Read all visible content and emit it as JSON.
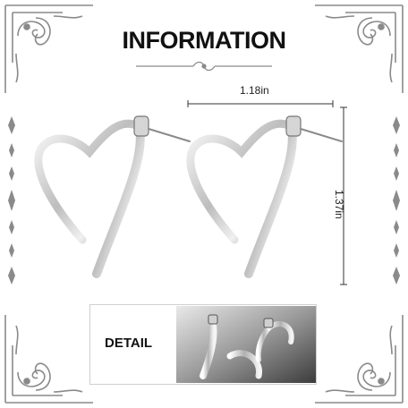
{
  "title": "INFORMATION",
  "dimensions": {
    "width_label": "1.18in",
    "height_label": "1.37in"
  },
  "detail": {
    "label": "DETAIL"
  },
  "colors": {
    "ornament": "#8a8a8a",
    "metal_light": "#f2f2f2",
    "metal_dark": "#6e6e6e",
    "text": "#111111"
  },
  "icons": {
    "corner": "scroll-ornament-icon",
    "side": "diamond-chain-icon",
    "divider": "flourish-divider-icon"
  }
}
